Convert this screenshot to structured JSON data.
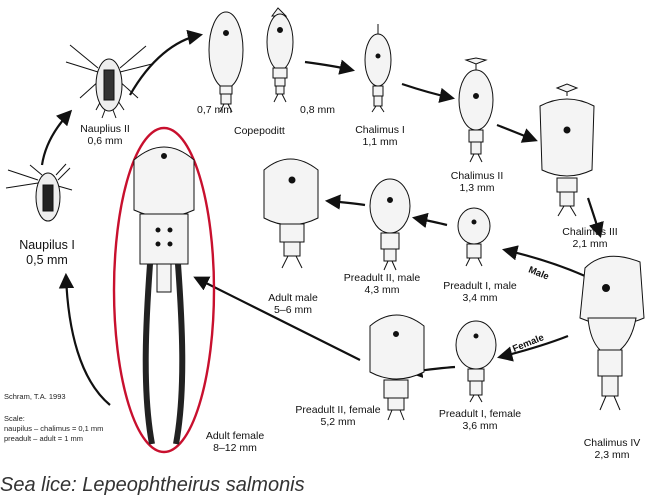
{
  "stages": {
    "nauplius1": {
      "name": "Naupilus I",
      "size": "0,5 mm"
    },
    "nauplius2": {
      "name": "Nauplius II",
      "size": "0,6 mm"
    },
    "copepodid": {
      "name": "Copepoditt",
      "size_left": "0,7 mm",
      "size_right": "0,8 mm"
    },
    "chalimus1": {
      "name": "Chalimus I",
      "size": "1,1 mm"
    },
    "chalimus2": {
      "name": "Chalimus II",
      "size": "1,3 mm"
    },
    "chalimus3": {
      "name": "Chalimus III",
      "size": "2,1 mm"
    },
    "chalimus4": {
      "name": "Chalimus IV",
      "size": "2,3 mm"
    },
    "preadult1_male": {
      "name": "Preadult I, male",
      "size": "3,4 mm"
    },
    "preadult2_male": {
      "name": "Preadult II, male",
      "size": "4,3 mm"
    },
    "adult_male": {
      "name": "Adult male",
      "size": "5–6 mm"
    },
    "preadult1_female": {
      "name": "Preadult I, female",
      "size": "3,6 mm"
    },
    "preadult2_female": {
      "name": "Preadult II, female",
      "size": "5,2 mm"
    },
    "adult_female": {
      "name": "Adult female",
      "size": "8–12 mm"
    }
  },
  "branches": {
    "male": "Male",
    "female": "Female"
  },
  "source": "Schram, T.A. 1993",
  "scale": {
    "title": "Scale:",
    "line1": "naupilus – chalimus = 0,1 mm",
    "line2": "preadult – adult = 1 mm"
  },
  "caption": "Sea lice: Lepeophtheirus salmonis",
  "colors": {
    "highlight_ring": "#c8102e",
    "ink": "#111111",
    "body_fill": "#f4f4f4"
  }
}
